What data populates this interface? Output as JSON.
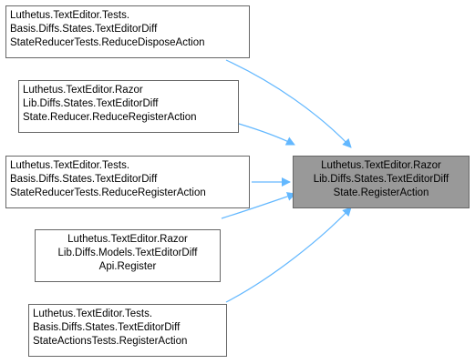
{
  "colors": {
    "edge": "#63b8ff",
    "node_border": "#666666",
    "target_fill": "#999999",
    "node_fill": "#ffffff"
  },
  "target": {
    "lines": [
      "Luthetus.TextEditor.Razor",
      "Lib.Diffs.States.TextEditorDiff",
      "State.RegisterAction"
    ]
  },
  "callers": [
    {
      "lines": [
        "Luthetus.TextEditor.Tests.",
        "Basis.Diffs.States.TextEditorDiff",
        "StateReducerTests.ReduceDisposeAction"
      ]
    },
    {
      "lines": [
        "Luthetus.TextEditor.Razor",
        "Lib.Diffs.States.TextEditorDiff",
        "State.Reducer.ReduceRegisterAction"
      ]
    },
    {
      "lines": [
        "Luthetus.TextEditor.Tests.",
        "Basis.Diffs.States.TextEditorDiff",
        "StateReducerTests.ReduceRegisterAction"
      ]
    },
    {
      "lines": [
        "Luthetus.TextEditor.Razor",
        "Lib.Diffs.Models.TextEditorDiff",
        "Api.Register"
      ]
    },
    {
      "lines": [
        "Luthetus.TextEditor.Tests.",
        "Basis.Diffs.States.TextEditorDiff",
        "StateActionsTests.RegisterAction"
      ]
    }
  ]
}
